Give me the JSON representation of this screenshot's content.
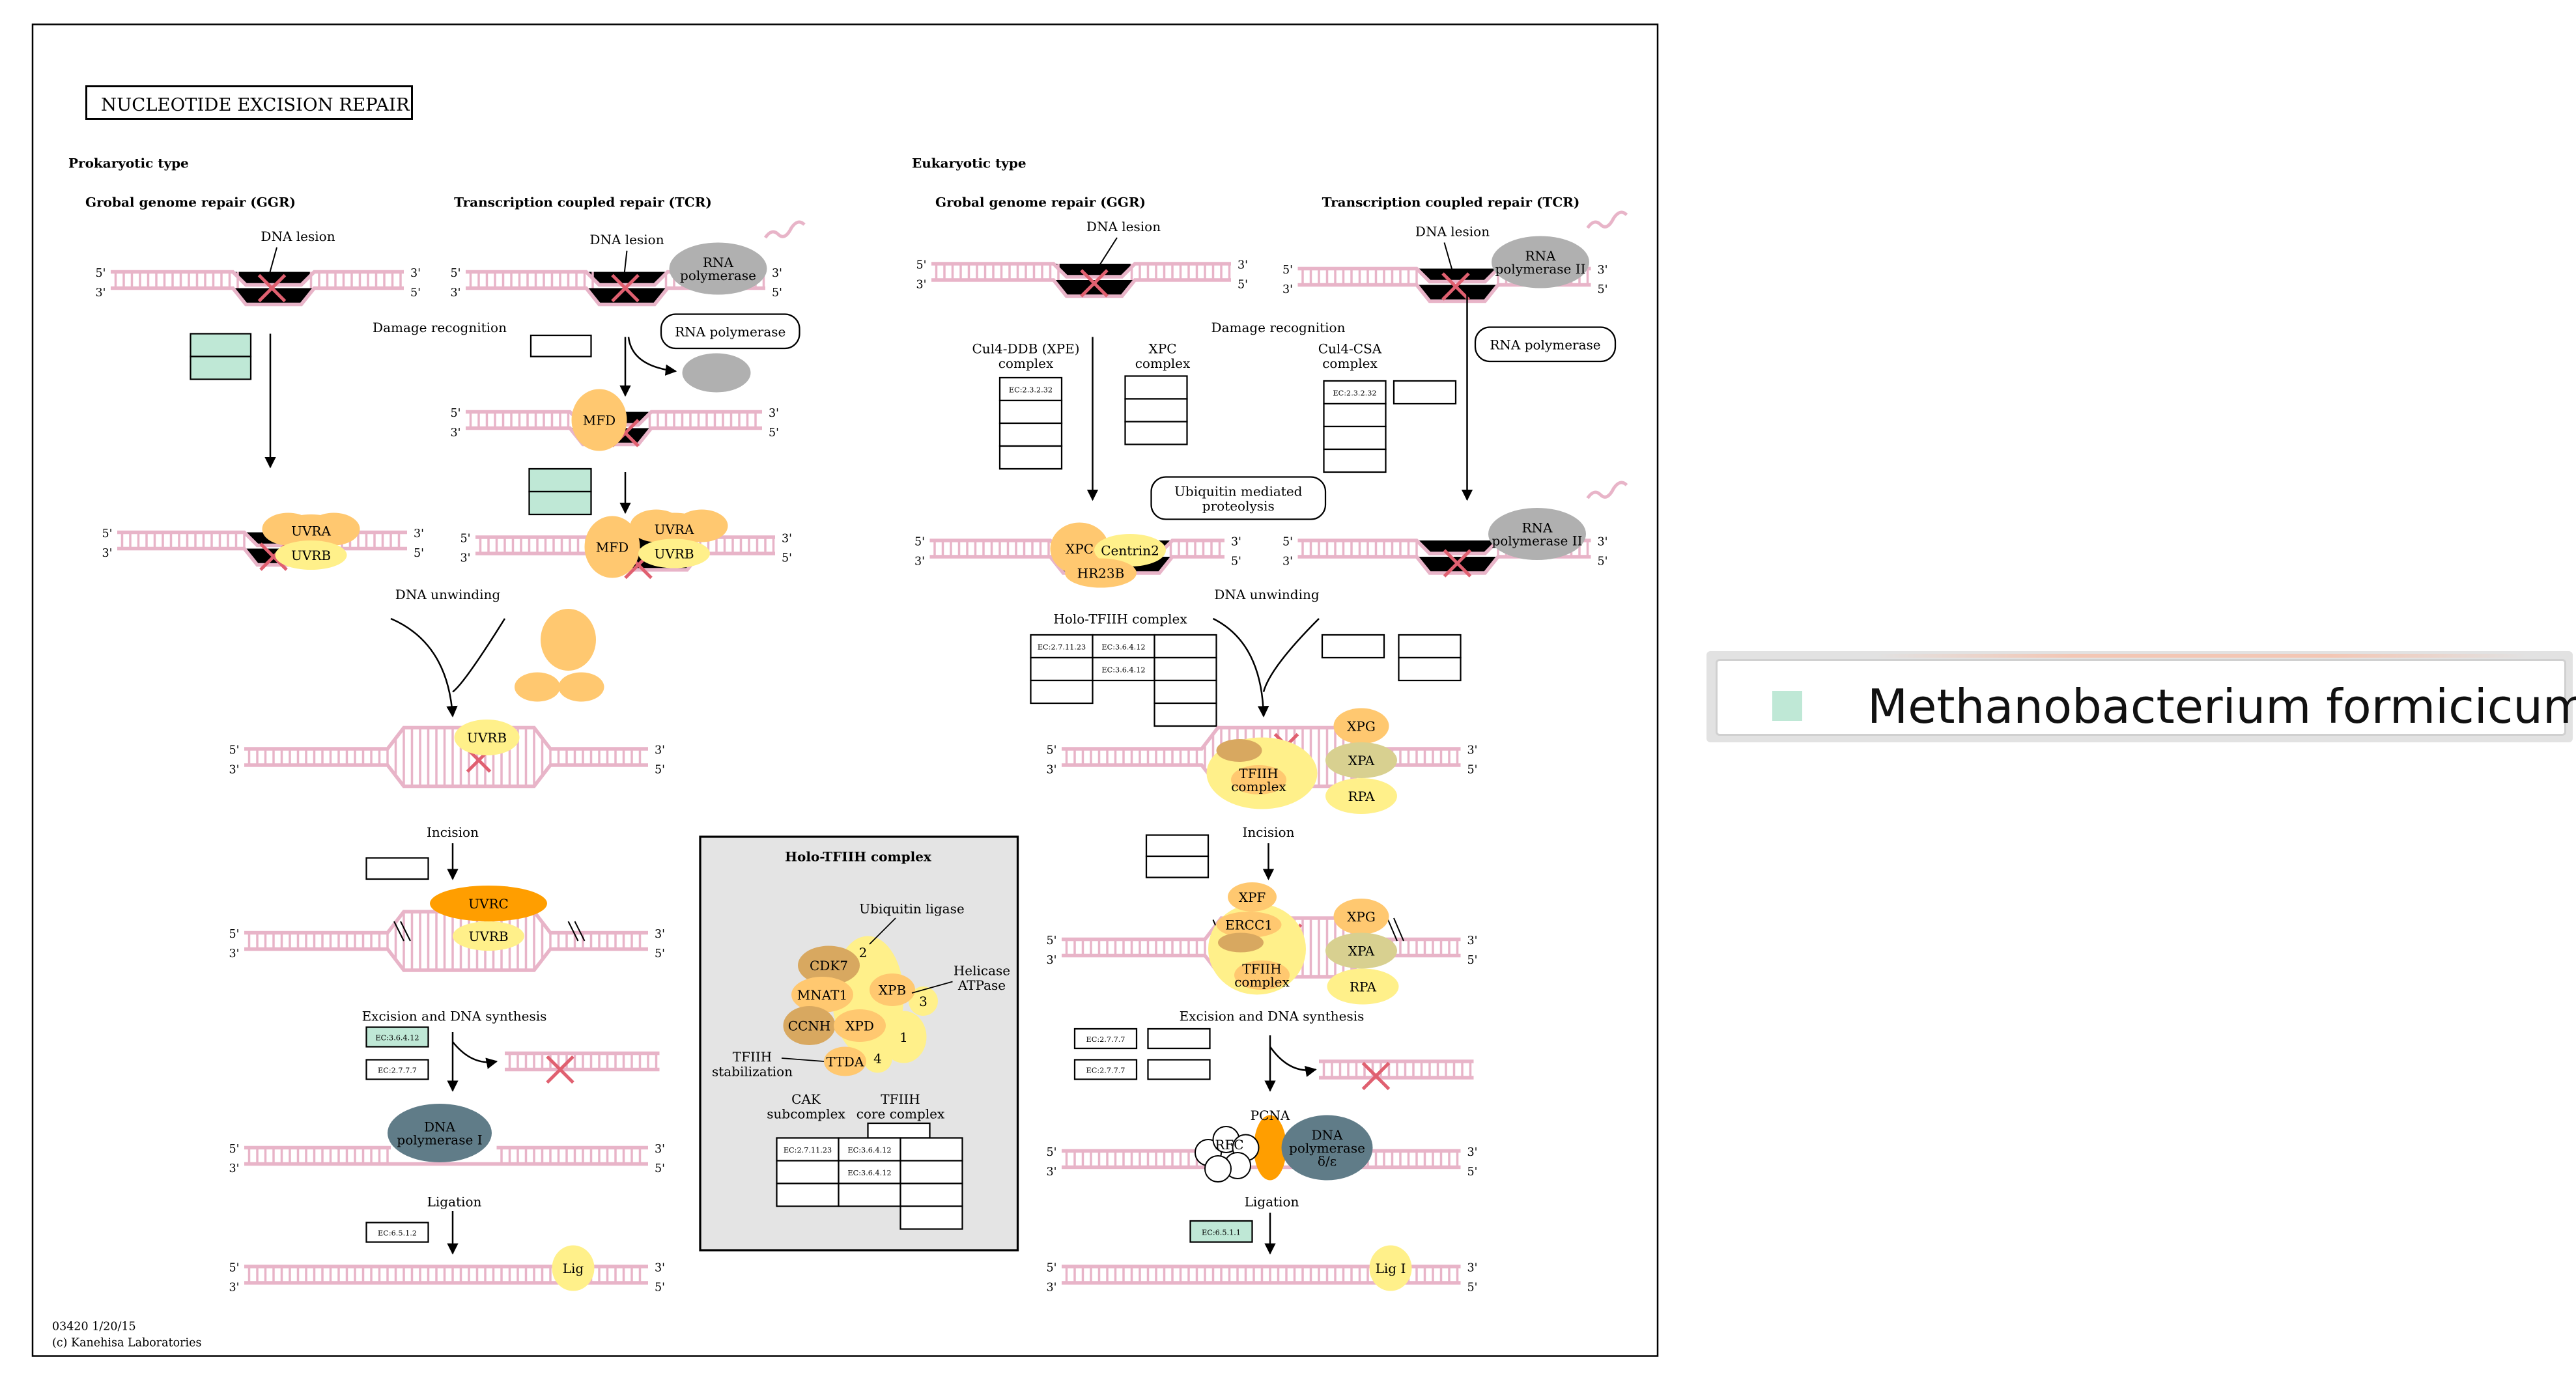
{
  "pathway": {
    "title": "NUCLEOTIDE EXCISION REPAIR",
    "footer_id": "03420 1/20/15",
    "footer_copyright": "(c) Kanehisa Laboratories"
  },
  "colors": {
    "dna": "#e8b4c8",
    "lesion": "#e06070",
    "protein_orange": "#ffc870",
    "protein_yellow": "#fff08a",
    "protein_dark_orange": "#ff9e00",
    "protein_gray": "#b0b0b0",
    "protein_slate": "#607c88",
    "protein_tan": "#d8a860",
    "protein_olive": "#d8d090",
    "highlight_green": "#bfe8d6",
    "inset_bg": "#e4e4e4"
  },
  "labels": {
    "prokaryotic": "Prokaryotic type",
    "eukaryotic": "Eukaryotic type",
    "ggr": "Grobal genome repair (GGR)",
    "tcr": "Transcription coupled repair (TCR)",
    "dna_lesion": "DNA lesion",
    "damage_recognition": "Damage recognition",
    "rna_polymerase": "RNA polymerase",
    "dna_unwinding": "DNA unwinding",
    "incision": "Incision",
    "excision_synthesis": "Excision and DNA synthesis",
    "ligation": "Ligation",
    "five_prime": "5'",
    "three_prime": "3'",
    "cul4_ddb": "Cul4-DDB (XPE)",
    "xpc_complex": "XPC",
    "cul4_csa": "Cul4-CSA",
    "complex": "complex",
    "ubiquitin_mediated": "Ubiquitin mediated",
    "proteolysis": "proteolysis",
    "holo_tfiih_complex": "Holo-TFIIH complex",
    "ubiquitin_ligase": "Ubiquitin ligase",
    "helicase": "Helicase",
    "atpase": "ATPase",
    "tfiih": "TFIIH",
    "stabilization": "stabilization",
    "cak": "CAK",
    "subcomplex": "subcomplex",
    "core_complex": "core complex"
  },
  "proteins": {
    "uvra": "UVRA",
    "uvrb": "UVRB",
    "uvrc": "UVRC",
    "mfd": "MFD",
    "rna_polymerase": "RNA",
    "polymerase": "polymerase",
    "polymerase_ii": "polymerase II",
    "dna": "DNA",
    "dna_polymerase_i": "polymerase I",
    "dna_polymerase_de_1": "polymerase",
    "dna_polymerase_de_2": "δ/ε",
    "lig": "Lig",
    "lig_i": "Lig I",
    "xpc": "XPC",
    "centrin2": "Centrin2",
    "hr23b": "HR23B",
    "tfiih": "TFIIH",
    "complex": "complex",
    "xpg": "XPG",
    "xpa": "XPA",
    "rpa": "RPA",
    "xpf": "XPF",
    "ercc1": "ERCC1",
    "pcna": "PCNA",
    "rfc": "RFC",
    "cdk7": "CDK7",
    "mnat1": "MNAT1",
    "ccnh": "CCNH",
    "xpb": "XPB",
    "xpd": "XPD",
    "ttda": "TTDA",
    "n1": "1",
    "n2": "2",
    "n3": "3",
    "n4": "4"
  },
  "ec": {
    "e3_6_4_12": "EC:3.6.4.12",
    "e2_7_7_7": "EC:2.7.7.7",
    "e6_5_1_2": "EC:6.5.1.2",
    "e6_5_1_1": "EC:6.5.1.1",
    "e2_3_2_32": "EC:2.3.2.32",
    "e2_7_11_23": "EC:2.7.11.23"
  },
  "legend": {
    "organism": "Methanobacterium formicicum",
    "swatch_color": "#bfe8d6"
  }
}
